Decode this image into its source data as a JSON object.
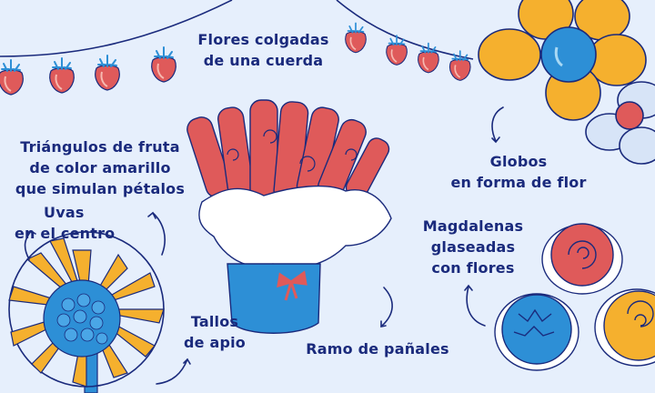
{
  "illustration": {
    "background": "#e6effc",
    "colors": {
      "ink": "#1a2a7c",
      "red": "#df5a5a",
      "yellow": "#f5b02e",
      "blue": "#2d8fd6",
      "white": "#ffffff",
      "pale_blue": "#d7e4f7"
    }
  },
  "labels": {
    "hanging_flowers": {
      "line1": "Flores colgadas",
      "line2": "de una cuerda"
    },
    "fruit_triangles": {
      "line1": "Triángulos de fruta",
      "line2": "de color amarillo",
      "line3": "que simulan pétalos"
    },
    "grapes": {
      "line1": "Uvas",
      "line2": "en el centro"
    },
    "celery": {
      "line1": "Tallos",
      "line2": "de apio"
    },
    "diaper_bouquet": {
      "line1": "Ramo de pañales"
    },
    "balloons": {
      "line1": "Globos",
      "line2": "en forma de flor"
    },
    "cupcakes": {
      "line1": "Magdalenas",
      "line2": "glaseadas",
      "line3": "con flores"
    }
  },
  "icons": {
    "hanging_flowers": "hanging-rose-garland-icon",
    "fruit_flower": "fruit-sunflower-plate-icon",
    "bouquet": "diaper-rose-bouquet-icon",
    "balloons": "balloon-flower-icon",
    "cupcakes": "flower-cupcake-icon"
  }
}
